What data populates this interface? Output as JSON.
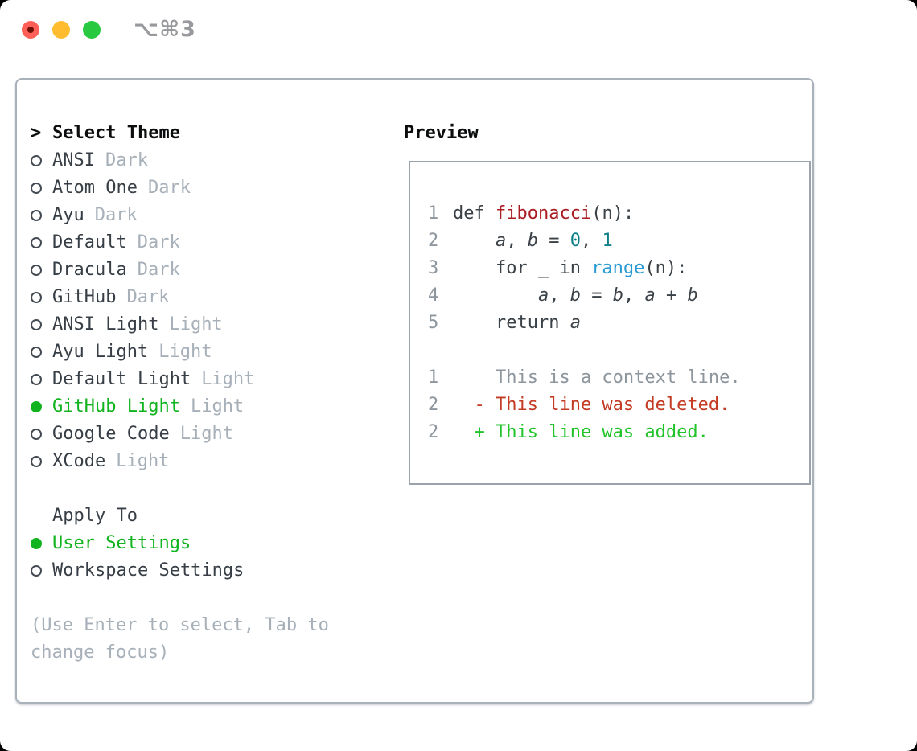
{
  "window": {
    "title": "⌥⌘3",
    "traffic_lights": {
      "close": "#ff5f57",
      "minimize": "#febc2e",
      "zoom": "#28c840"
    }
  },
  "theme_selector": {
    "cursor": ">",
    "header": "Select Theme",
    "items": [
      {
        "name": "ANSI",
        "variant": "Dark",
        "selected": false
      },
      {
        "name": "Atom One",
        "variant": "Dark",
        "selected": false
      },
      {
        "name": "Ayu",
        "variant": "Dark",
        "selected": false
      },
      {
        "name": "Default",
        "variant": "Dark",
        "selected": false
      },
      {
        "name": "Dracula",
        "variant": "Dark",
        "selected": false
      },
      {
        "name": "GitHub",
        "variant": "Dark",
        "selected": false
      },
      {
        "name": "ANSI Light",
        "variant": "Light",
        "selected": false
      },
      {
        "name": "Ayu Light",
        "variant": "Light",
        "selected": false
      },
      {
        "name": "Default Light",
        "variant": "Light",
        "selected": false
      },
      {
        "name": "GitHub Light",
        "variant": "Light",
        "selected": true
      },
      {
        "name": "Google Code",
        "variant": "Light",
        "selected": false
      },
      {
        "name": "XCode",
        "variant": "Light",
        "selected": false
      }
    ]
  },
  "apply_to": {
    "header": "Apply To",
    "options": [
      {
        "name": "User Settings",
        "selected": true
      },
      {
        "name": "Workspace Settings",
        "selected": false
      }
    ]
  },
  "help_text": "(Use Enter to select, Tab to change focus)",
  "preview": {
    "header": "Preview",
    "code_lines": [
      {
        "ln": "1",
        "parts": [
          "def ",
          "fibonacci",
          "(n):"
        ]
      },
      {
        "ln": "2",
        "parts": [
          "    ",
          "a",
          ", ",
          "b",
          " = ",
          "0",
          ", ",
          "1"
        ]
      },
      {
        "ln": "3",
        "parts": [
          "    for _ in ",
          "range",
          "(n):"
        ]
      },
      {
        "ln": "4",
        "parts": [
          "        ",
          "a",
          ", ",
          "b",
          " = ",
          "b",
          ", ",
          "a",
          " + ",
          "b"
        ]
      },
      {
        "ln": "5",
        "parts": [
          "    return ",
          "a"
        ]
      }
    ],
    "diff_lines": [
      {
        "ln": "1",
        "text": "    This is a context line.",
        "type": "context"
      },
      {
        "ln": "2",
        "text": "  - This line was deleted.",
        "type": "deleted"
      },
      {
        "ln": "2",
        "text": "  + This line was added.",
        "type": "added"
      }
    ]
  },
  "colors": {
    "selection_green": "#11b31e",
    "function_red": "#a91d22",
    "number_teal": "#0d7e88",
    "builtin_blue": "#2a9ad2",
    "deleted_red": "#c43b24",
    "added_green": "#21c32a",
    "text_dark": "#373e45",
    "muted_gray": "#a7b0b9",
    "line_number_gray": "#8d959d",
    "panel_border": "#a9b1ba",
    "titlebar_gray": "#97999d",
    "tl_red": "#ff5f57",
    "tl_yellow": "#febc2e",
    "tl_green": "#28c840"
  }
}
